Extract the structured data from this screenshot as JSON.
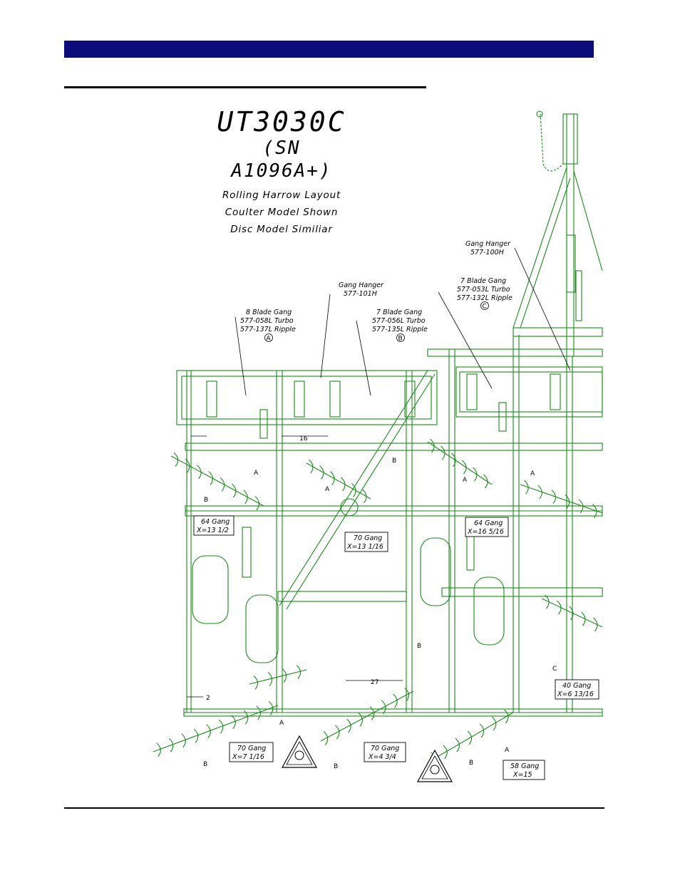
{
  "title": {
    "model": "UT3030C",
    "serial": "(SN A1096A+)",
    "line1": "Rolling Harrow Layout",
    "line2": "Coulter Model Shown",
    "line3": "Disc Model Similiar"
  },
  "callouts": {
    "gang_hanger_right": [
      "Gang Hanger",
      "577-100H"
    ],
    "gang_hanger_mid": [
      "Gang Hanger",
      "577-101H"
    ],
    "blade_8": [
      "8 Blade Gang",
      "577-058L Turbo",
      "577-137L Ripple"
    ],
    "blade_8_mark": "A",
    "blade_7b": [
      "7 Blade Gang",
      "577-056L Turbo",
      "577-135L Ripple"
    ],
    "blade_7b_mark": "B",
    "blade_7c": [
      "7 Blade Gang",
      "577-053L Turbo",
      "577-132L Ripple"
    ],
    "blade_7c_mark": "C"
  },
  "gang_boxes": [
    {
      "gang": "64 Gang",
      "x": "X=13 1/2"
    },
    {
      "gang": "70 Gang",
      "x": "X=13 1/16"
    },
    {
      "gang": "64 Gang",
      "x": "X=16 5/16"
    },
    {
      "gang": "40 Gang",
      "x": "X=6 13/16"
    },
    {
      "gang": "70 Gang",
      "x": "X=7 1/16"
    },
    {
      "gang": "70 Gang",
      "x": "X=4 3/4"
    },
    {
      "gang": "58 Gang",
      "x": "X=15"
    }
  ],
  "dimensions": {
    "d16": "16",
    "d27": "27",
    "d2": "2",
    "letters": [
      "A",
      "B",
      "C"
    ]
  },
  "colors": {
    "header": "#0b0b7a",
    "drawing": "#1a8a1a",
    "text": "#000000"
  }
}
